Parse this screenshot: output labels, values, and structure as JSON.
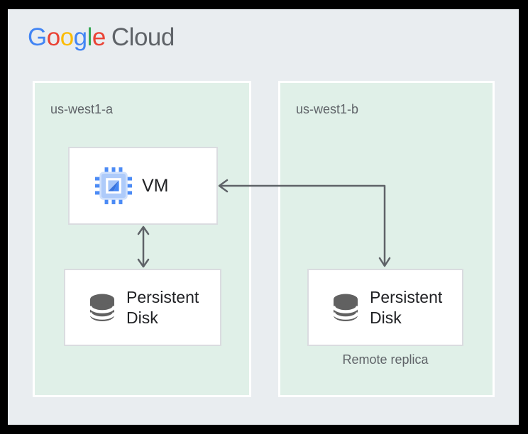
{
  "logo": {
    "name": "Google Cloud logo",
    "letters": [
      {
        "ch": "G",
        "color": "#4285F4"
      },
      {
        "ch": "o",
        "color": "#EA4335"
      },
      {
        "ch": "o",
        "color": "#FBBC05"
      },
      {
        "ch": "g",
        "color": "#4285F4"
      },
      {
        "ch": "l",
        "color": "#34A853"
      },
      {
        "ch": "e",
        "color": "#EA4335"
      }
    ],
    "suffix": "Cloud",
    "suffix_color": "#5F6368"
  },
  "diagram": {
    "zones": [
      {
        "label": "us-west1-a"
      },
      {
        "label": "us-west1-b"
      }
    ],
    "nodes": {
      "vm": {
        "label": "VM",
        "icon": "compute-engine-chip-icon"
      },
      "disk_primary": {
        "label": "Persistent Disk",
        "icon": "database-disk-icon"
      },
      "disk_replica": {
        "label": "Persistent Disk",
        "icon": "database-disk-icon",
        "note": "Remote replica"
      }
    },
    "edges": [
      {
        "from": "vm",
        "to": "disk_primary",
        "type": "bidirectional-vertical-arrow"
      },
      {
        "from": "disk_replica",
        "to": "vm",
        "type": "elbow-arrow",
        "arrowheads": [
          "left-into-vm",
          "down-into-replica-disk"
        ]
      }
    ],
    "colors": {
      "frame": "#000000",
      "canvas": "#E9EDF0",
      "zone_fill": "#E0F0E8",
      "zone_border": "#FFFFFF",
      "card_fill": "#FFFFFF",
      "card_border": "#DADCE0",
      "arrow": "#5F6368",
      "label_text": "#202124",
      "muted_text": "#5F6368",
      "disk_icon_gray": "#616161",
      "chip_blue": "#4285F4",
      "chip_blue_light": "#A8C7FA"
    }
  }
}
